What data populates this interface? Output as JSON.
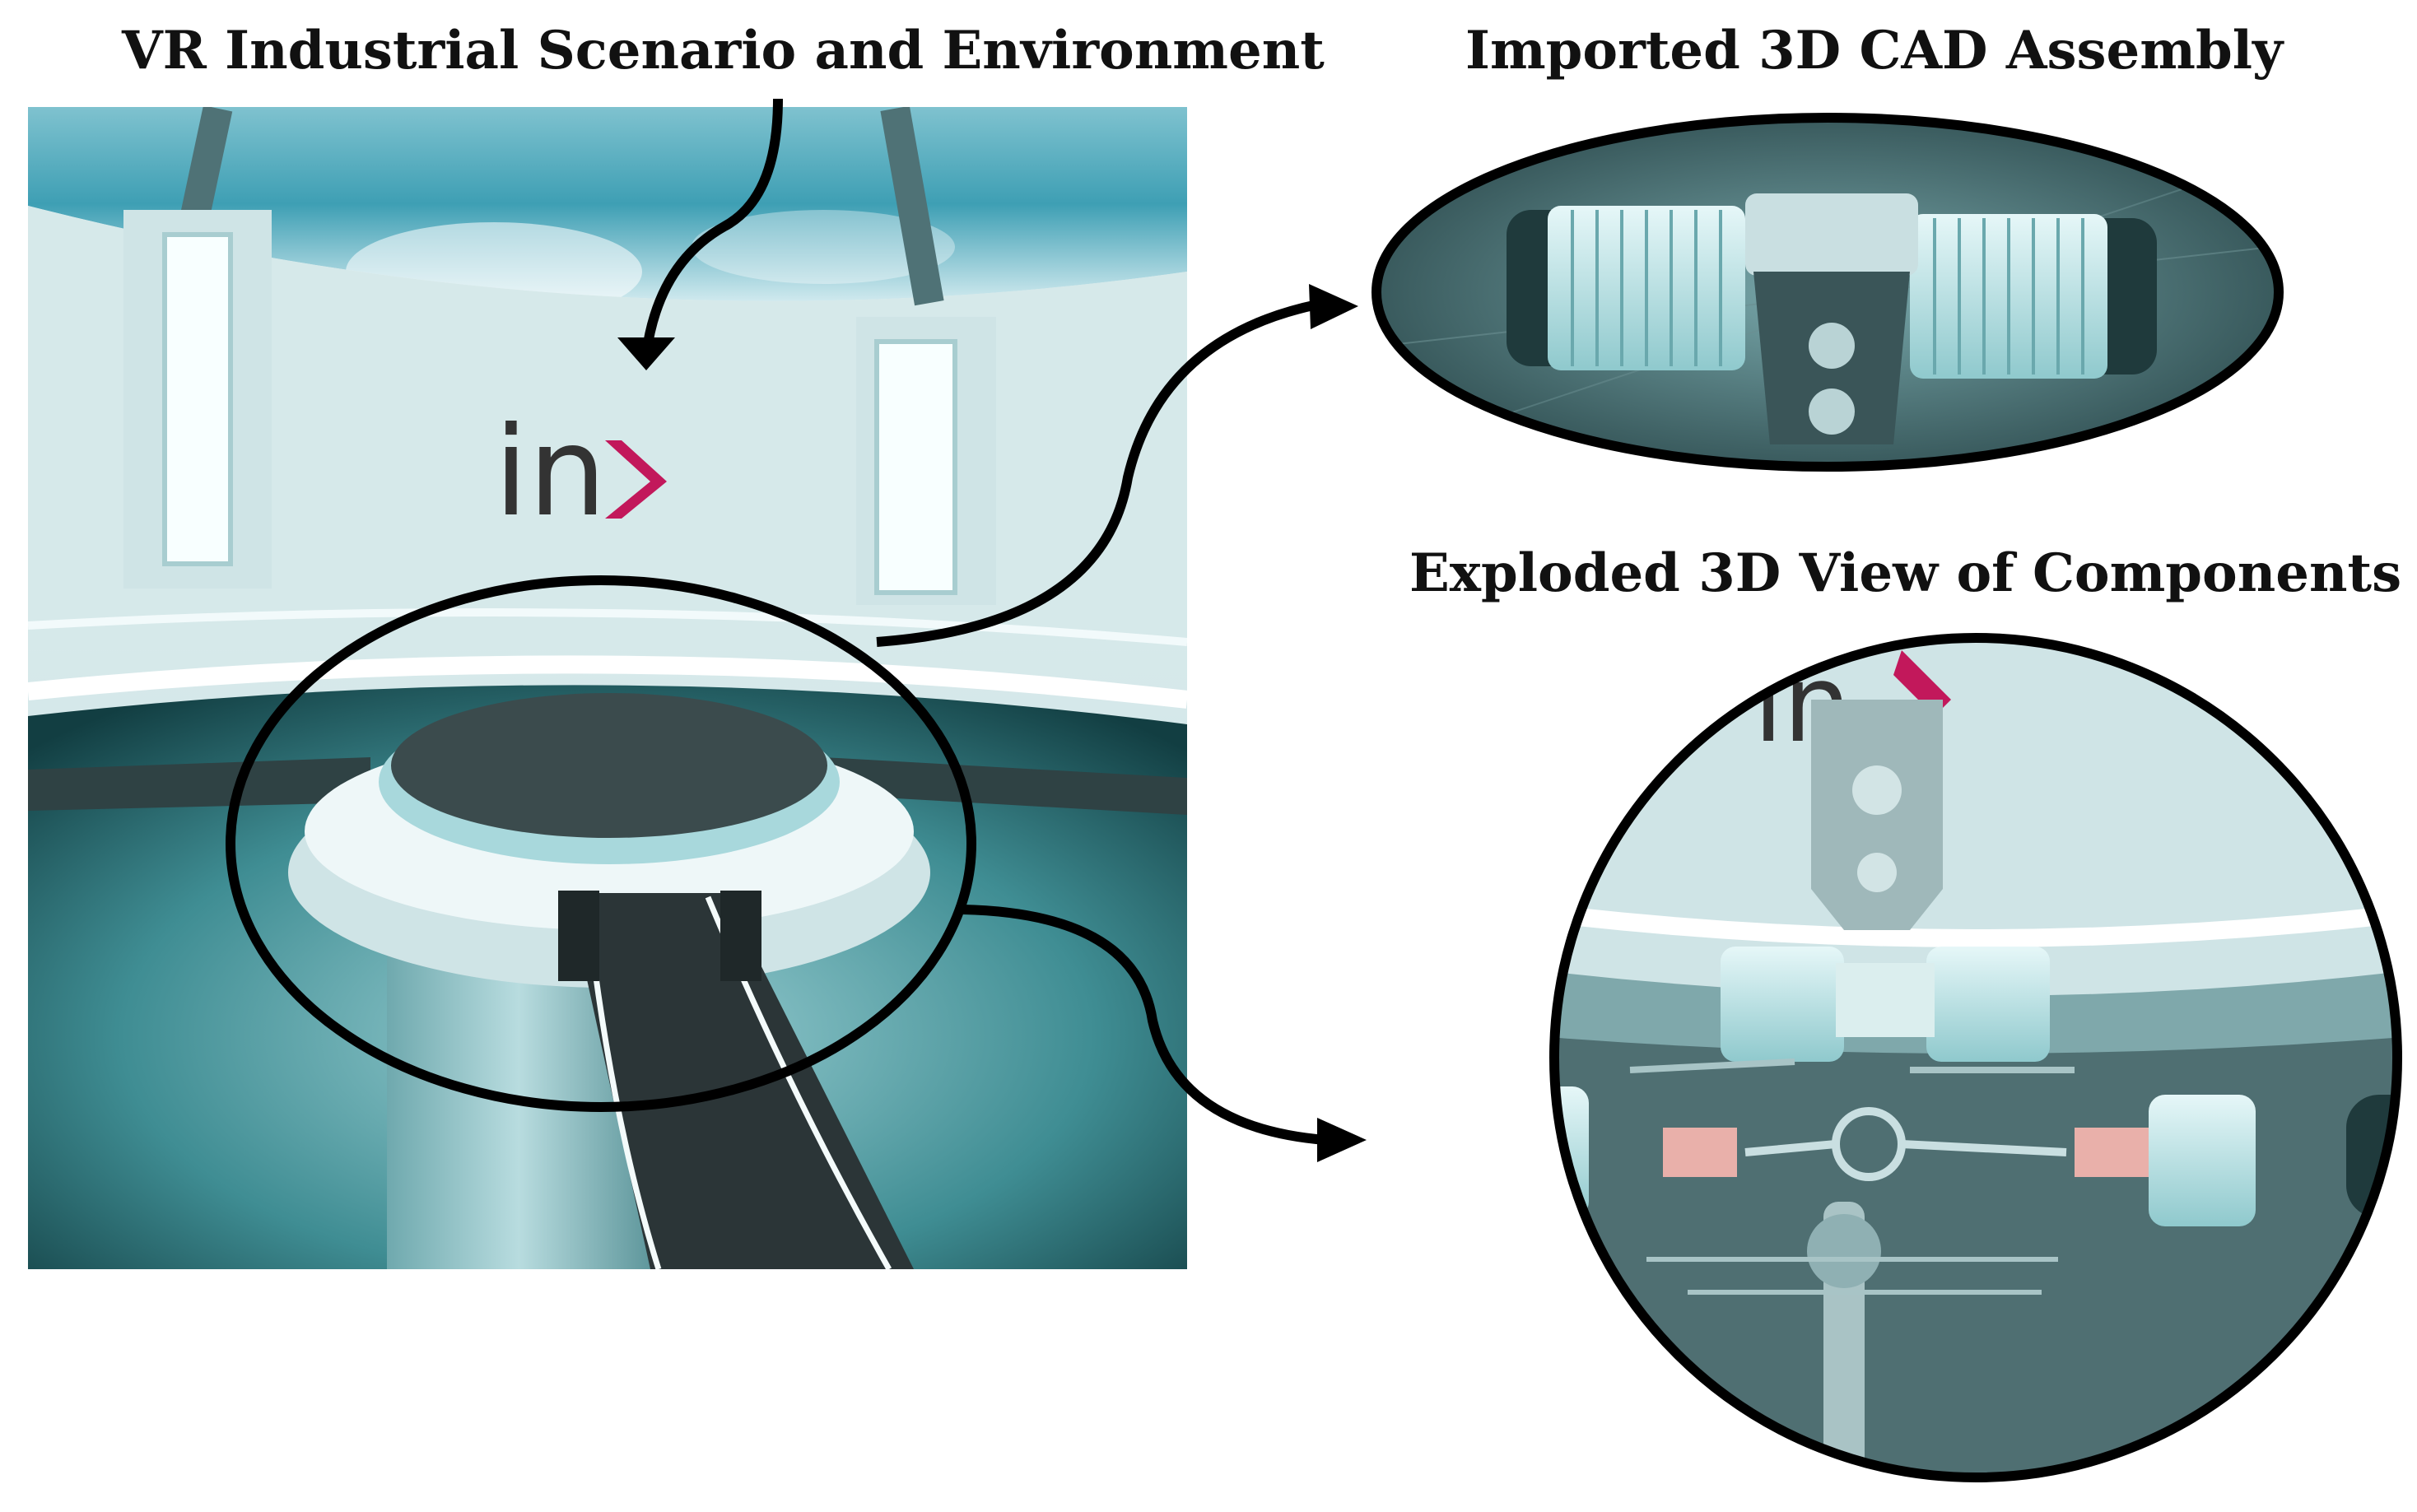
{
  "labels": {
    "vr_scene": "VR Industrial Scenario and Environment",
    "cad_assembly": "Imported 3D CAD Assembly",
    "exploded_view": "Exploded 3D View of Components"
  },
  "scene": {
    "logo_text": "in",
    "logo_chevron": "›"
  },
  "colors": {
    "teal_light": "#d8ecee",
    "teal_mid": "#7fb9bf",
    "teal_dark": "#2e6a70",
    "floor_dark": "#2a3436",
    "logo_gray": "#333333",
    "logo_magenta": "#c2185b",
    "outline": "#000000"
  }
}
